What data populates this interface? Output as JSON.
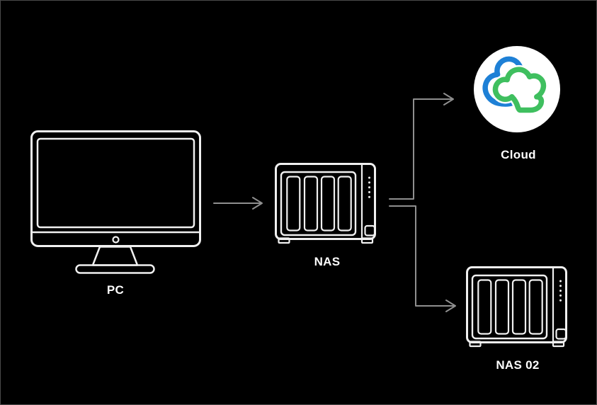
{
  "diagram_type": "network-backup-topology",
  "colors": {
    "background": "#000000",
    "icon_stroke": "#f0f0f0",
    "connector": "#8f8f8f",
    "label_text": "#ffffff",
    "cloud_bg": "#ffffff",
    "cloud_blue": "#1e80d6",
    "cloud_green": "#3fbf5f"
  },
  "nodes": {
    "pc": {
      "label": "PC"
    },
    "nas": {
      "label": "NAS"
    },
    "cloud": {
      "label": "Cloud"
    },
    "nas02": {
      "label": "NAS 02"
    }
  },
  "connections": [
    {
      "from": "PC",
      "to": "NAS"
    },
    {
      "from": "NAS",
      "to": "Cloud"
    },
    {
      "from": "NAS",
      "to": "NAS 02"
    }
  ]
}
